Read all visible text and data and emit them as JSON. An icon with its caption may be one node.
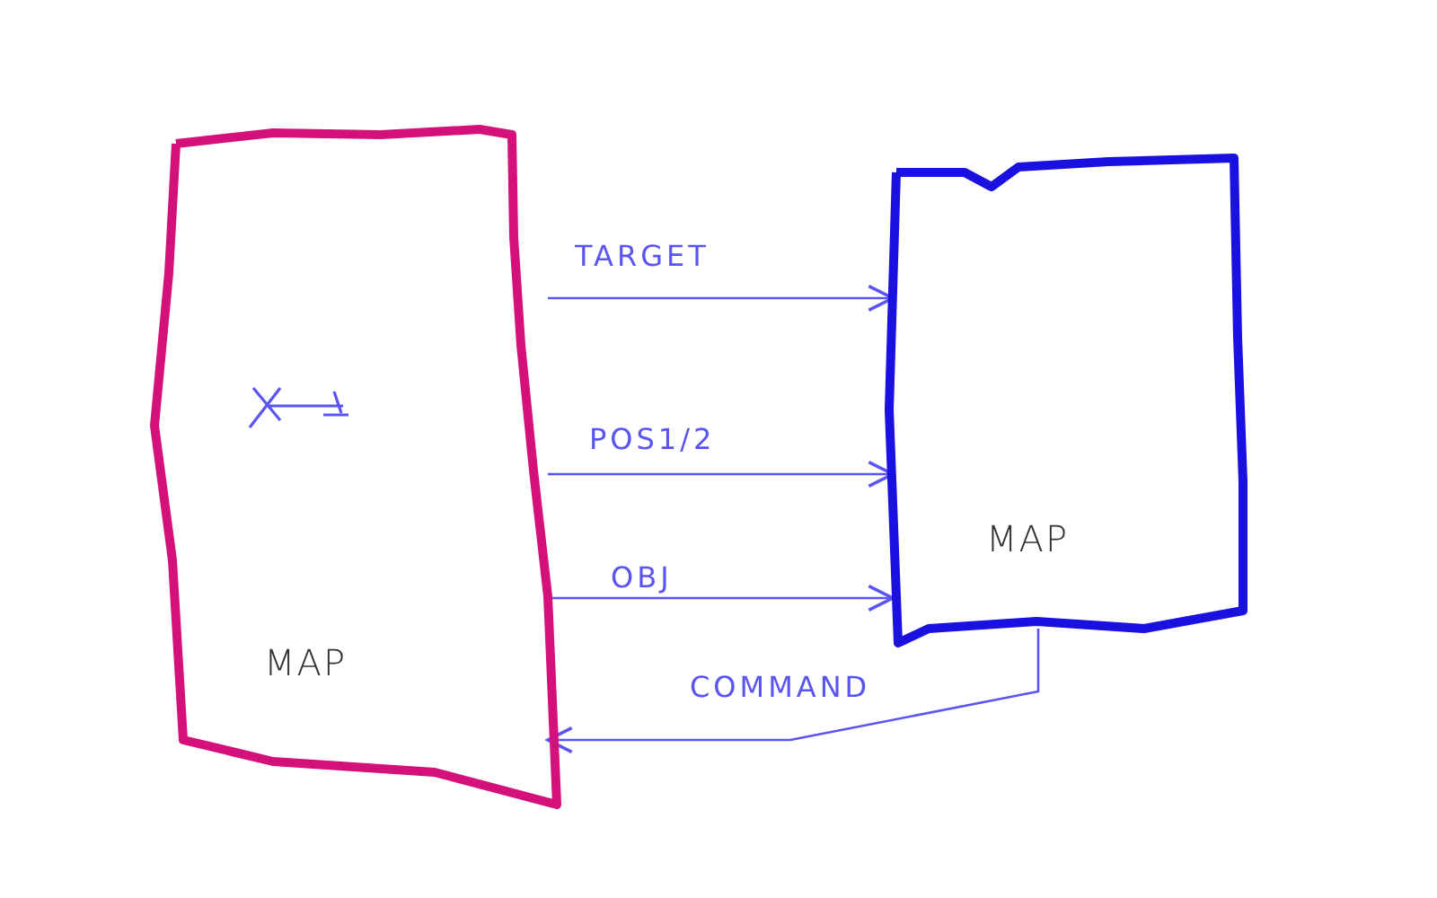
{
  "diagram": {
    "nodes": [
      {
        "text": [
          "MAP"
        ]
      },
      {
        "text": [
          "MAP"
        ]
      }
    ],
    "edges": [
      {
        "from": 0,
        "to": 1,
        "arrow": "to",
        "label": "TARGET"
      },
      {
        "from": 0,
        "to": 1,
        "arrow": "to",
        "label": "POS1/2"
      },
      {
        "from": 0,
        "to": 1,
        "arrow": "to",
        "label": "OBJ"
      },
      {
        "from": 1,
        "to": 0,
        "arrow": "to",
        "label": "COMMAND"
      }
    ]
  }
}
